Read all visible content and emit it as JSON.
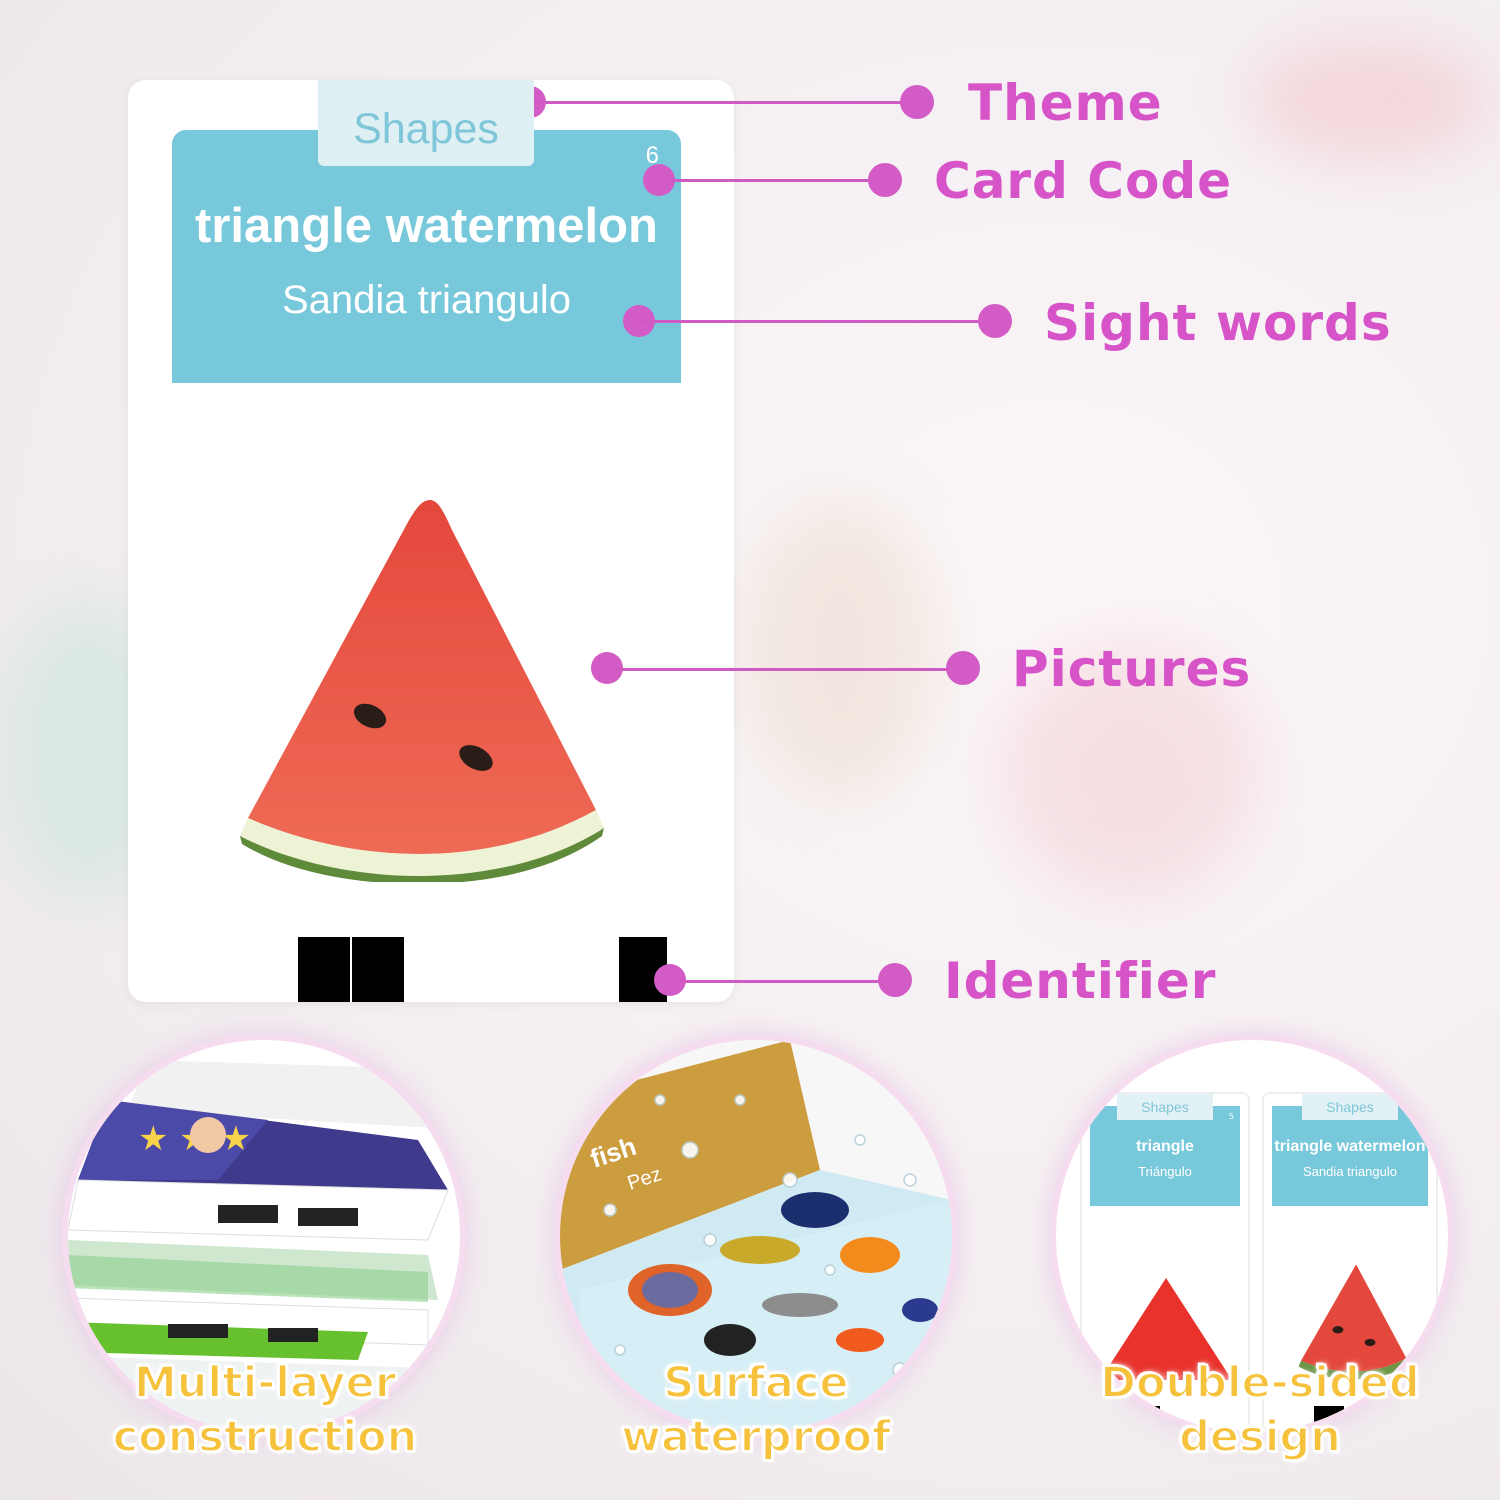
{
  "card": {
    "theme": "Shapes",
    "code": "6",
    "title_en": "triangle watermelon",
    "title_es": "Sandia triangulo"
  },
  "callouts": {
    "theme": "Theme",
    "card_code": "Card Code",
    "sight_words": "Sight words",
    "pictures": "Pictures",
    "identifier": "Identifier"
  },
  "features": {
    "multilayer": {
      "line1": "Multi-layer",
      "line2": "construction"
    },
    "waterproof": {
      "line1": "Surface",
      "line2": "waterproof",
      "card_word": "fish",
      "card_sub": "Pez"
    },
    "double_sided": {
      "line1": "Double-sided",
      "line2": "design",
      "left_theme": "Shapes",
      "left_title": "triangle",
      "left_sub": "Triángulo",
      "left_code": "5",
      "right_theme": "Shapes",
      "right_title": "triangle watermelon",
      "right_sub": "Sandia triangulo"
    }
  },
  "colors": {
    "accent_pink": "#d35bc6",
    "header_blue": "#77c8db",
    "caption_yellow": "#f6c23b"
  }
}
